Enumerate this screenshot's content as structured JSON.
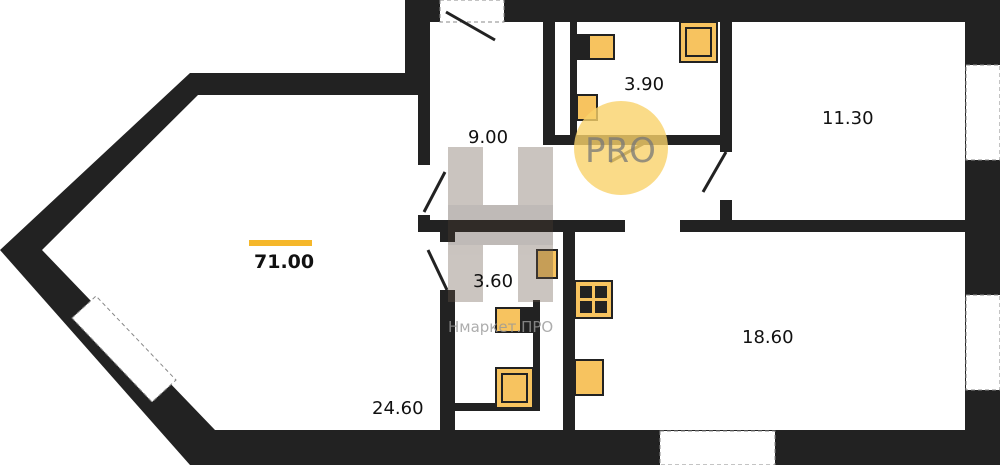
{
  "plan": {
    "total_area": "71.00",
    "rooms": [
      {
        "id": "living",
        "area": "24.60"
      },
      {
        "id": "hall",
        "area": "9.00"
      },
      {
        "id": "bath-top",
        "area": "3.90"
      },
      {
        "id": "bedroom",
        "area": "11.30"
      },
      {
        "id": "bath-bottom",
        "area": "3.60"
      },
      {
        "id": "kitchen",
        "area": "18.60"
      }
    ]
  },
  "watermark": {
    "badge": "PRO",
    "text": "Нмаркет.ПРО"
  },
  "colors": {
    "wall": "#222222",
    "fixture": "#F7C35F",
    "accent": "#F5B72A",
    "badge": "#F9D26A"
  }
}
